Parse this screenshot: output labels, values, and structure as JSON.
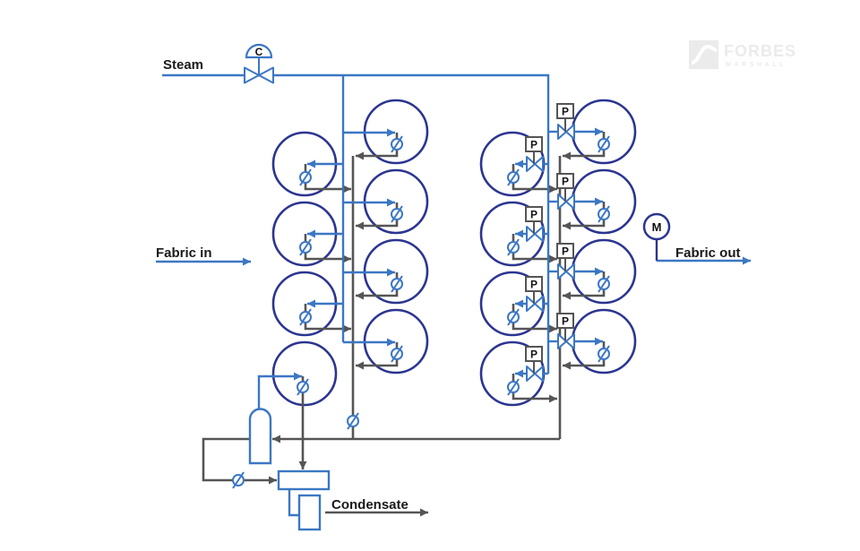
{
  "labels": {
    "steam": "Steam",
    "fabric_in": "Fabric in",
    "fabric_out": "Fabric out",
    "condensate": "Condensate"
  },
  "instruments": {
    "steam_control_valve_tag": "C",
    "pressure_controller_tag": "P",
    "pressure_controller_count": 8,
    "drive_motor_tag": "M"
  },
  "equipment": {
    "drying_cylinder_count": 16,
    "cylinder_groups": [
      {
        "group": "left-outer",
        "count": 4
      },
      {
        "group": "left-inner",
        "count": 4
      },
      {
        "group": "right-inner",
        "count": 4
      },
      {
        "group": "right-outer",
        "count": 4
      }
    ],
    "steam_trap_count": 18,
    "flash_vessel": 1,
    "condensate_receiver": 1,
    "condensate_pump": 1
  },
  "watermark": {
    "line1": "FORBES",
    "line2": "MARSHALL"
  },
  "colors": {
    "steam_line": "#3b77c4",
    "cylinder": "#2b3590",
    "condensate_line": "#555555",
    "instrument_box": "#555555",
    "watermark": "#ebebeb"
  }
}
